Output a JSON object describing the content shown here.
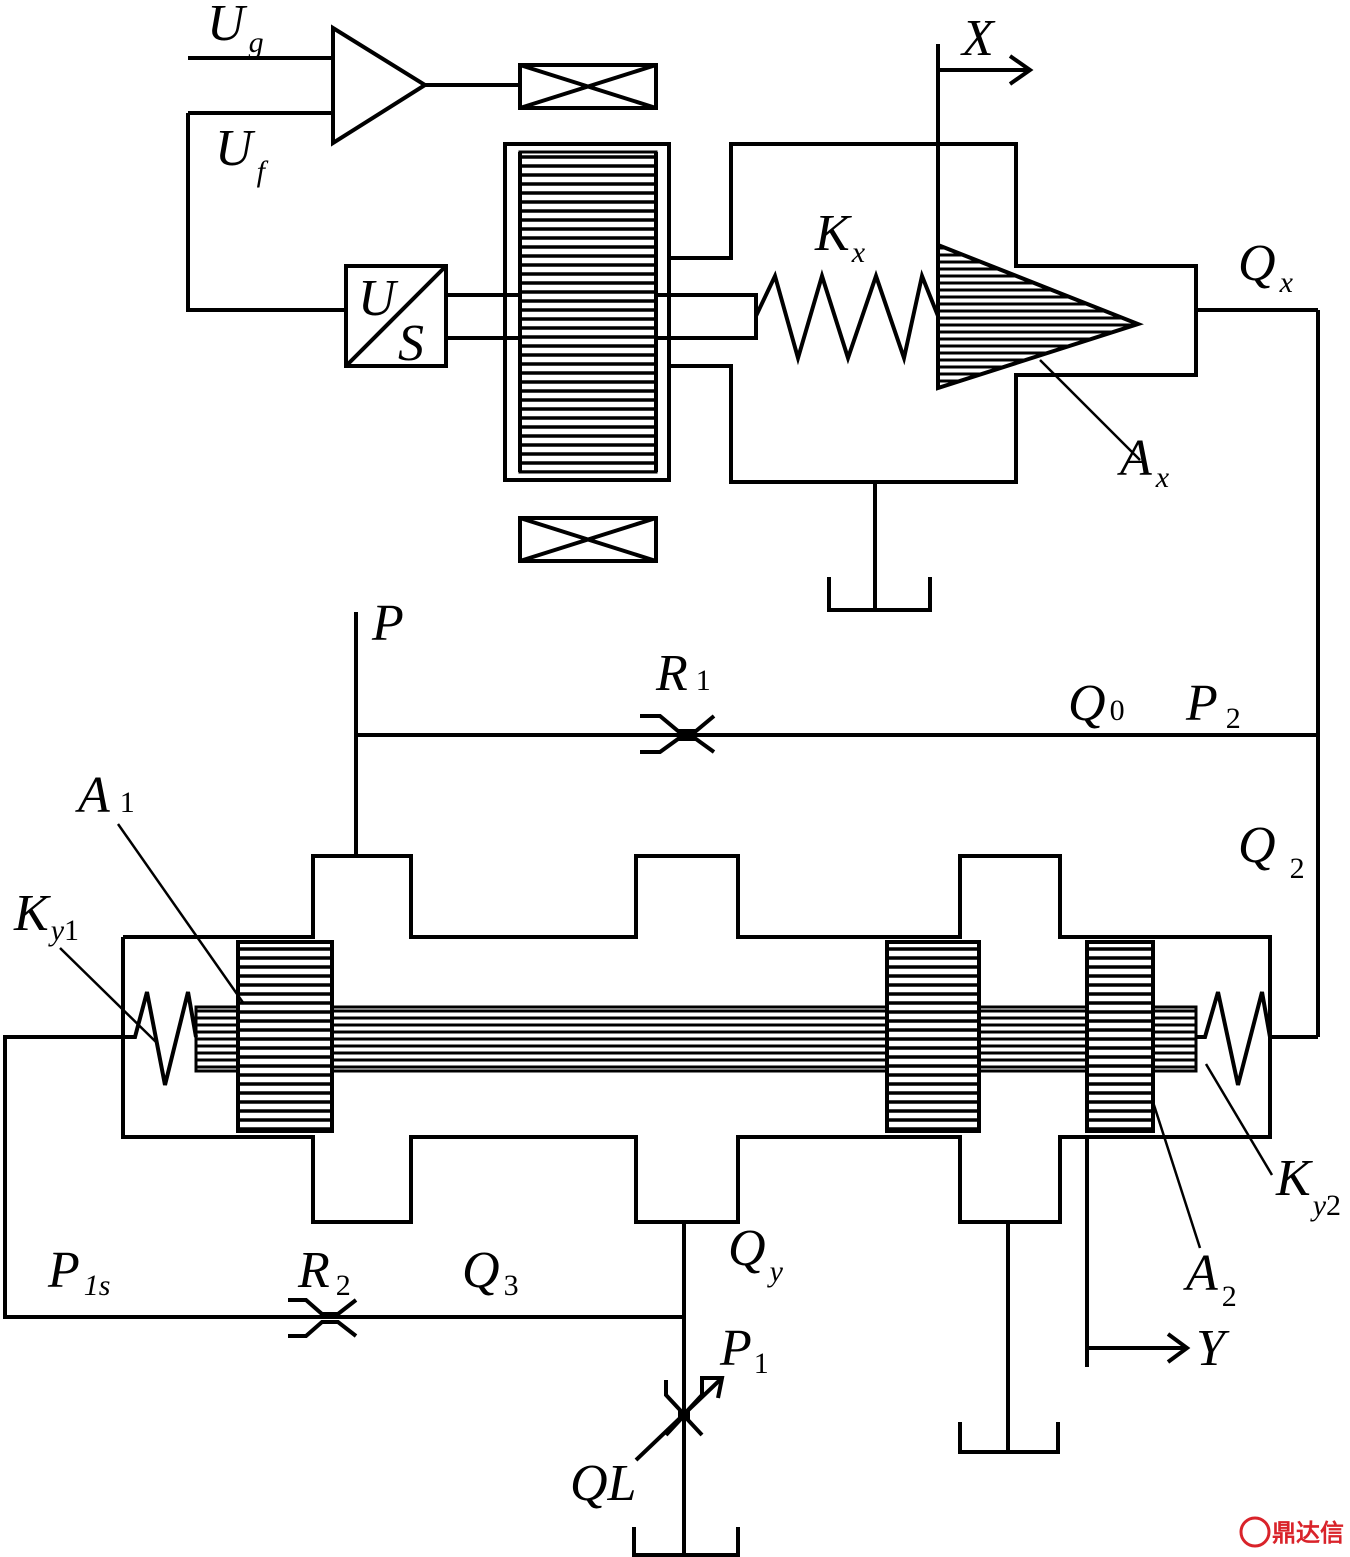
{
  "labels": {
    "Ug": {
      "main": "U",
      "sub": "g"
    },
    "Uf": {
      "main": "U",
      "sub": "f"
    },
    "X": {
      "main": "X"
    },
    "Kx": {
      "main": "K",
      "sub": "x"
    },
    "Qx": {
      "main": "Q",
      "sub": "x"
    },
    "Ax": {
      "main": "A",
      "sub": "x"
    },
    "US_U": {
      "main": "U"
    },
    "US_S": {
      "main": "S"
    },
    "P": {
      "main": "P"
    },
    "R1": {
      "main": "R",
      "sub": "1"
    },
    "Q0": {
      "main": "Q",
      "sub": "0"
    },
    "P2": {
      "main": "P",
      "sub": "2"
    },
    "A1": {
      "main": "A",
      "sub": "1"
    },
    "Q2": {
      "main": "Q",
      "sub": "2"
    },
    "Ky1": {
      "main": "K",
      "sub": "y",
      "sub2": "1"
    },
    "Ky2": {
      "main": "K",
      "sub": "y",
      "sub2": "2"
    },
    "A2": {
      "main": "A",
      "sub": "2"
    },
    "P1s": {
      "main": "P",
      "sub": "1s"
    },
    "R2": {
      "main": "R",
      "sub": "2"
    },
    "Q3": {
      "main": "Q",
      "sub": "3"
    },
    "Qy": {
      "main": "Q",
      "sub": "y"
    },
    "Y": {
      "main": "Y"
    },
    "P1": {
      "main": "P",
      "sub": "1"
    },
    "QL": {
      "main": "QL"
    }
  },
  "watermark": {
    "text": "鼎达信",
    "logo": "dingdaxin-logo-icon"
  }
}
